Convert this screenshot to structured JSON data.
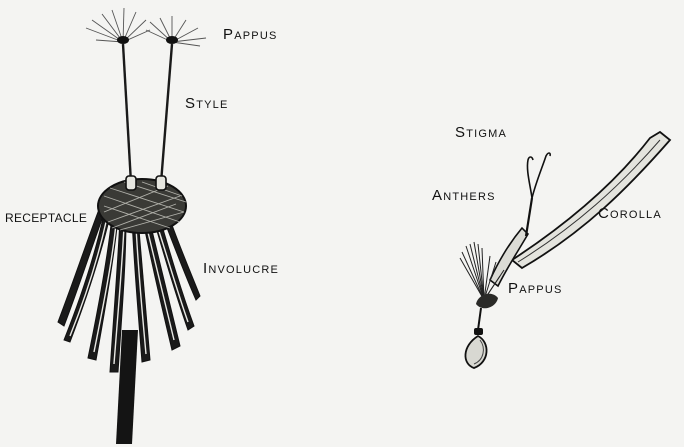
{
  "left_figure": {
    "labels": {
      "pappus": "Pappus",
      "style": "Style",
      "receptacle": "RECEPTACLE",
      "involucre": "Involucre"
    }
  },
  "right_figure": {
    "labels": {
      "stigma": "Stigma",
      "anthers": "Anthers",
      "corolla": "Corolla",
      "pappus": "Pappus"
    }
  }
}
